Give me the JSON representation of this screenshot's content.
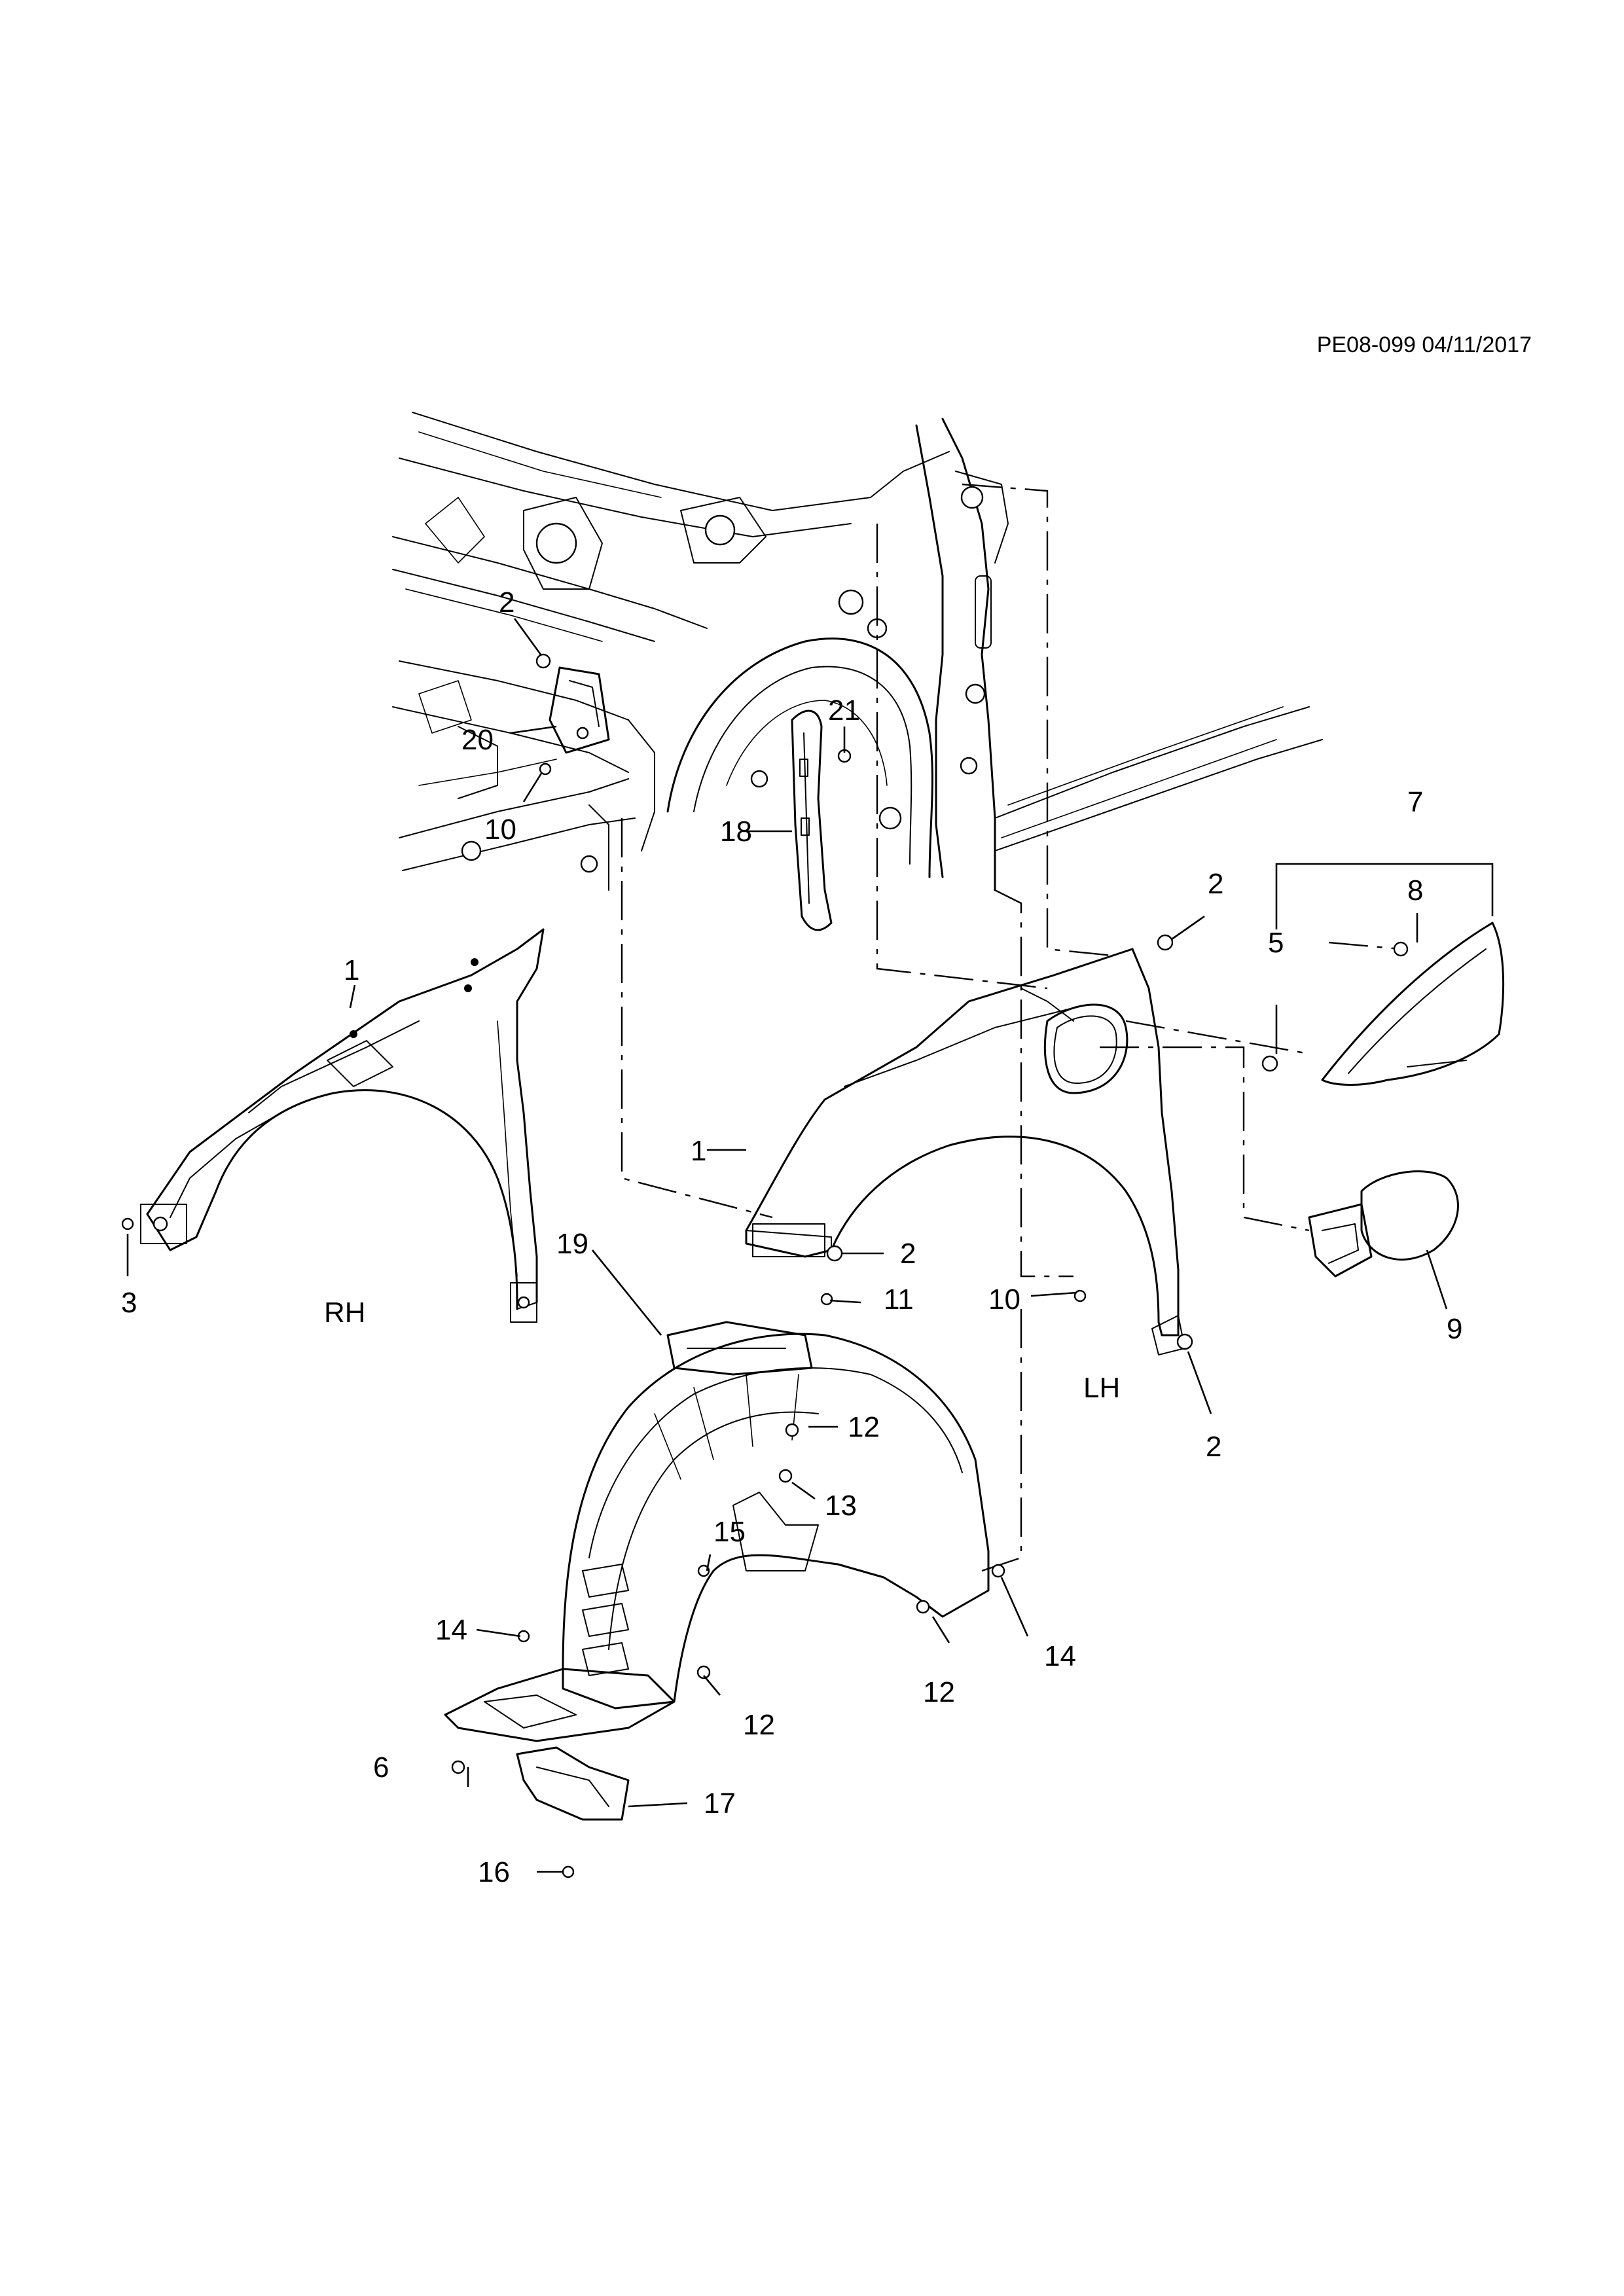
{
  "reference": "PE08-099 04/11/2017",
  "side_labels": {
    "rh": "RH",
    "lh": "LH"
  },
  "callouts": {
    "c1_rh": "1",
    "c1_lh": "1",
    "c2_bracket": "2",
    "c2_top": "2",
    "c2_front": "2",
    "c2_bottom": "2",
    "c3": "3",
    "c5": "5",
    "c6": "6",
    "c7": "7",
    "c8": "8",
    "c9": "9",
    "c10_upper": "10",
    "c10_lower": "10",
    "c11": "11",
    "c12_a": "12",
    "c12_b": "12",
    "c12_c": "12",
    "c13": "13",
    "c14_a": "14",
    "c14_b": "14",
    "c15": "15",
    "c16": "16",
    "c17": "17",
    "c18": "18",
    "c19": "19",
    "c20": "20",
    "c21": "21"
  }
}
